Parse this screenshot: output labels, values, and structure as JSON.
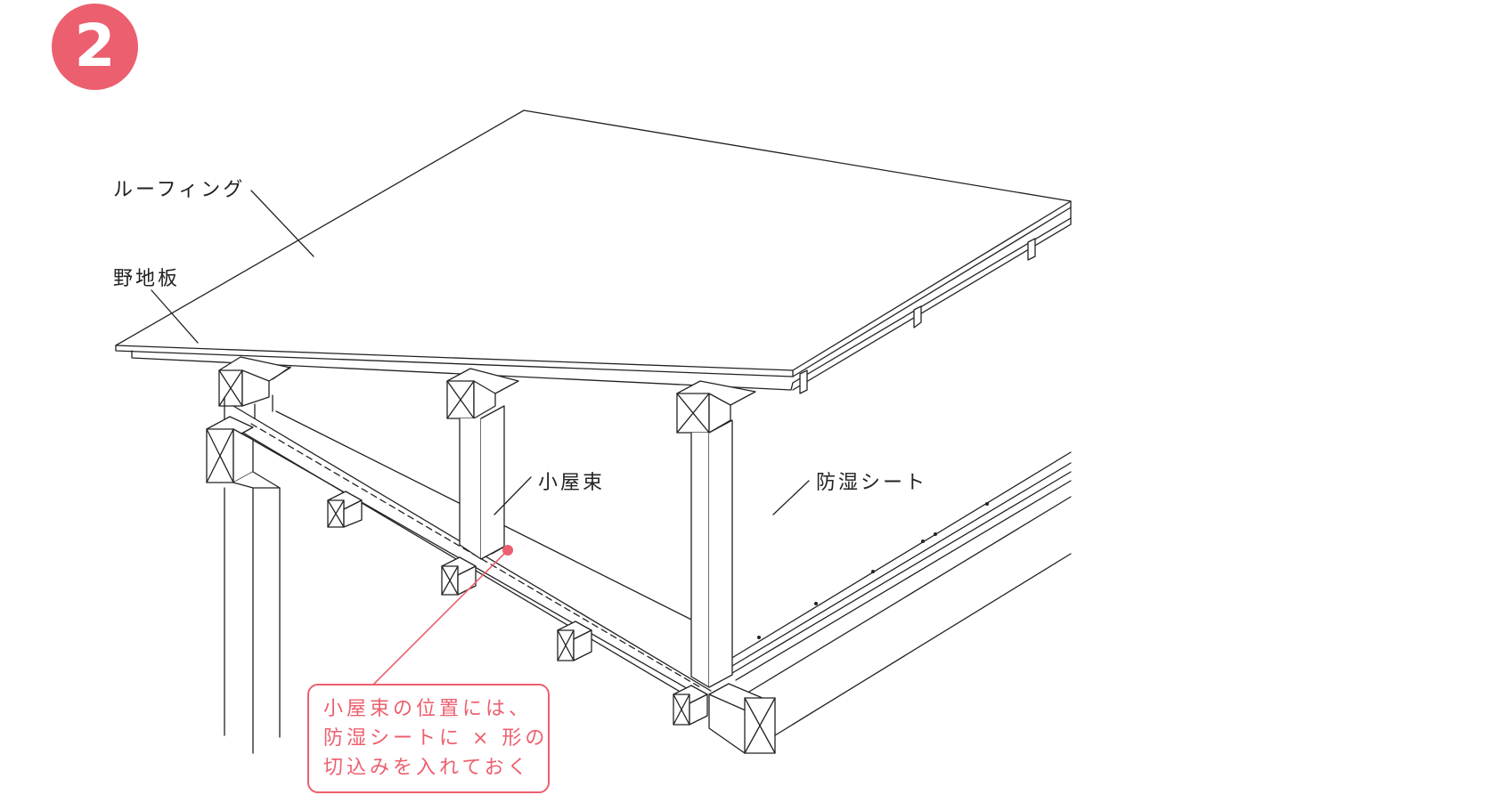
{
  "step": {
    "number": "2"
  },
  "labels": {
    "roofing": "ルーフィング",
    "sheathing": "野地板",
    "strut": "小屋束",
    "vapor_sheet": "防湿シート"
  },
  "note": {
    "lines": [
      "小屋束の位置には、",
      "防湿シートに × 形の",
      "切込みを入れておく"
    ]
  },
  "colors": {
    "accent": "#ec5f6e",
    "line": "#222222",
    "text": "#222222"
  }
}
